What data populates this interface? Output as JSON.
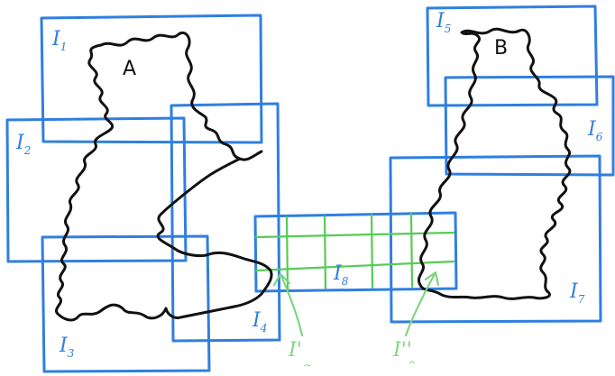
{
  "colors": {
    "boxes": "#2f7fe0",
    "grid": "#55cc55",
    "arrows": "#7fd67f",
    "regions": "#111111",
    "background": "#ffffff"
  },
  "regions": {
    "a": {
      "label": "A"
    },
    "b": {
      "label": "B"
    }
  },
  "boxes": {
    "i1": {
      "base": "I",
      "sub": "1"
    },
    "i2": {
      "base": "I",
      "sub": "2"
    },
    "i3": {
      "base": "I",
      "sub": "3"
    },
    "i4": {
      "base": "I",
      "sub": "4"
    },
    "i5": {
      "base": "I",
      "sub": "5"
    },
    "i6": {
      "base": "I",
      "sub": "6"
    },
    "i7": {
      "base": "I",
      "sub": "7"
    },
    "i8": {
      "base": "I",
      "sub": "8"
    }
  },
  "pointers": {
    "i_prime": {
      "base": "I'",
      "sub": "∼"
    },
    "i_double_prime": {
      "base": "I''",
      "sub": "^"
    }
  }
}
